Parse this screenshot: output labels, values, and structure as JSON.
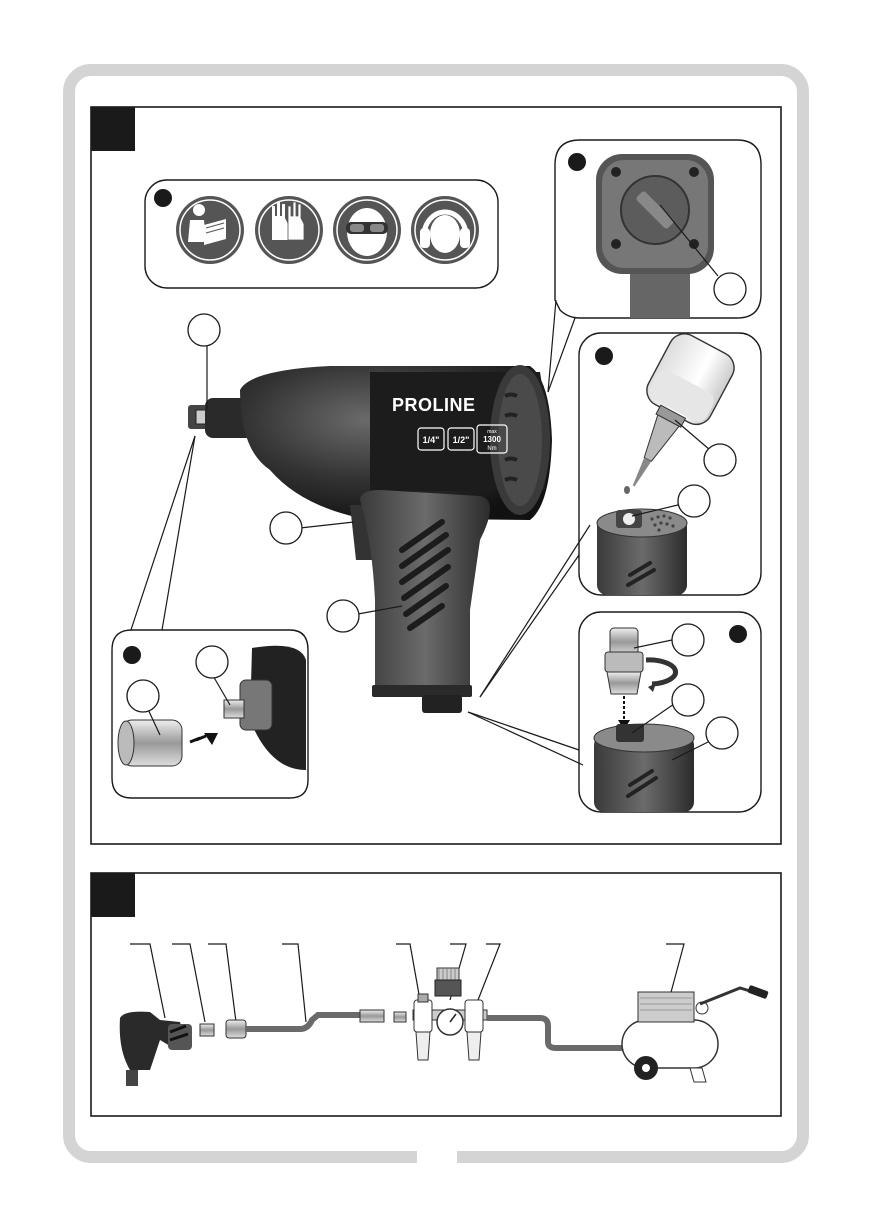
{
  "brand": {
    "logo_text": "PROLINE",
    "labels": [
      "1/4\"",
      "1/2\"",
      "max",
      "1300",
      "Nm"
    ]
  },
  "figure_markers": {
    "fig_a": "",
    "fig_b": ""
  },
  "safety_icons": [
    "read-manual-icon",
    "gloves-icon",
    "safety-glasses-icon",
    "ear-protection-icon"
  ],
  "callouts": [
    "",
    "",
    "",
    "",
    "",
    "",
    "",
    "",
    "",
    ""
  ],
  "system_components": [
    "impact-wrench",
    "coupler",
    "connector",
    "air-hose",
    "filter-regulator-lubricator",
    "compressor"
  ],
  "colors": {
    "frame_gray": "#d4d4d4",
    "marker_black": "#1a1a1a",
    "tool_dark": "#2e2e2e",
    "tool_mid": "#555555",
    "hose_gray": "#6a6a6a"
  }
}
